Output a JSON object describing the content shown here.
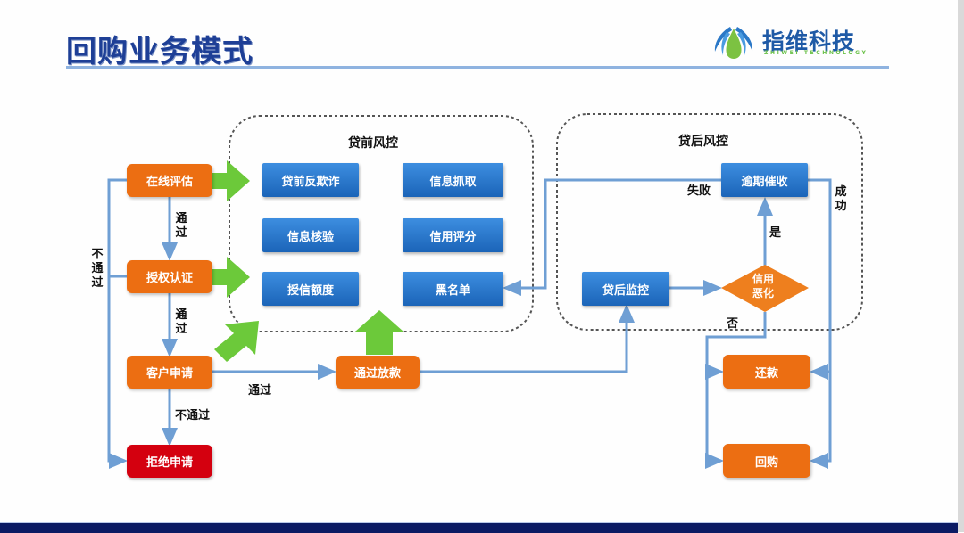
{
  "slide": {
    "title": "回购业务模式",
    "logo": {
      "name": "指维科技",
      "subtitle": "ZHIWEI TECHNOLOGY"
    }
  },
  "colors": {
    "title": "#1e3f96",
    "orange_node": "#ec6e12",
    "red_node": "#d4000f",
    "blue_node": "#2a7bd2",
    "arrow_green": "#6cc93a",
    "connector": "#6f9fd4",
    "footer": "#0b1a63"
  },
  "groups": {
    "pre_loan": {
      "title": "贷前风控"
    },
    "post_loan": {
      "title": "贷后风控"
    }
  },
  "nodes": {
    "online_eval": "在线评估",
    "auth": "授权认证",
    "customer_apply": "客户申请",
    "reject_apply": "拒绝申请",
    "loan_release": "通过放款",
    "anti_fraud": "贷前反欺诈",
    "info_fetch": "信息抓取",
    "info_verify": "信息核验",
    "credit_score": "信用评分",
    "credit_limit": "授信额度",
    "blacklist": "黑名单",
    "post_monitor": "贷后监控",
    "overdue_collect": "逾期催收",
    "credit_worsen_1": "信用",
    "credit_worsen_2": "恶化",
    "repay": "还款",
    "buyback": "回购"
  },
  "edge_labels": {
    "pass_1": "通过",
    "pass_2": "通过",
    "pass_3": "通过",
    "not_pass_left": "不通过",
    "not_pass_bottom": "不通过",
    "fail": "失败",
    "success": "成功",
    "yes": "是",
    "no": "否"
  }
}
